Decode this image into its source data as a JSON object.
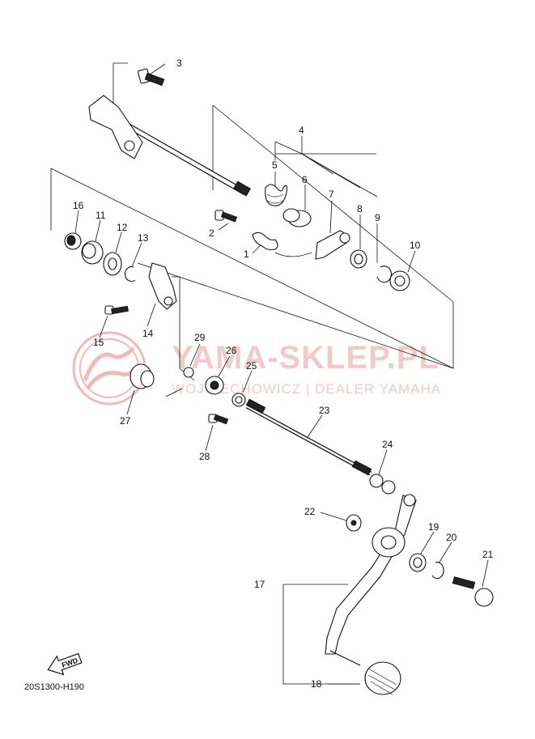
{
  "diagram": {
    "code": "20S1300-H190",
    "fwd_label": "FWD",
    "watermark": {
      "title": "YAMA-SKLEP.PL",
      "subtitle": "WOJCIECHOWICZ | DEALER YAMAHA",
      "color": "#f2b8b8"
    },
    "parts": [
      {
        "no": "1"
      },
      {
        "no": "2"
      },
      {
        "no": "3"
      },
      {
        "no": "4"
      },
      {
        "no": "5"
      },
      {
        "no": "6"
      },
      {
        "no": "7"
      },
      {
        "no": "8"
      },
      {
        "no": "9"
      },
      {
        "no": "10"
      },
      {
        "no": "11"
      },
      {
        "no": "12"
      },
      {
        "no": "13"
      },
      {
        "no": "14"
      },
      {
        "no": "15"
      },
      {
        "no": "16"
      },
      {
        "no": "17"
      },
      {
        "no": "18"
      },
      {
        "no": "19"
      },
      {
        "no": "20"
      },
      {
        "no": "21"
      },
      {
        "no": "22"
      },
      {
        "no": "23"
      },
      {
        "no": "24"
      },
      {
        "no": "25"
      },
      {
        "no": "26"
      },
      {
        "no": "27"
      },
      {
        "no": "28"
      },
      {
        "no": "29"
      }
    ]
  }
}
